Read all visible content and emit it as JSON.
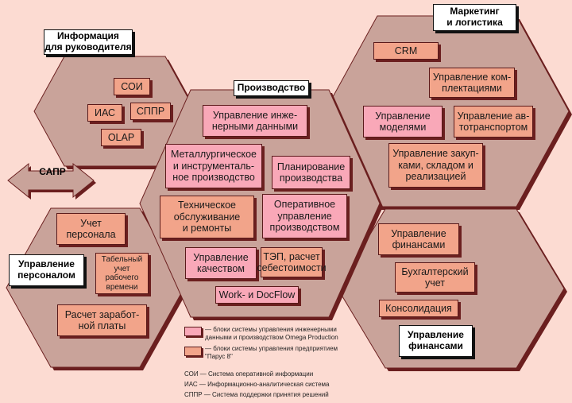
{
  "sections": {
    "info": {
      "title": "Информация\nдля руководителя",
      "items": [
        "СОИ",
        "ИАС",
        "СППР",
        "OLAP"
      ]
    },
    "production": {
      "title": "Производство",
      "items": [
        "Управление инже-\nнерными данными",
        "Металлургическое\nи инструменталь-\nное производство",
        "Планирование\nпроизводства",
        "Техническое\nобслуживание\nи ремонты",
        "Оперативное\nуправление\nпроизводством",
        "Управление\nкачеством",
        "ТЭП, расчет\nсебестоимости",
        "Work- и DocFlow"
      ]
    },
    "marketing": {
      "title": "Маркетинг\nи логистика",
      "items": [
        "CRM",
        "Управление ком-\nплектациями",
        "Управление\nмоделями",
        "Управление ав-\nтотранспортом",
        "Управление закуп-\nками, складом и\nреализацией"
      ]
    },
    "personnel": {
      "title": "Управление\nперсоналом",
      "items": [
        "Учет\nперсонала",
        "Табельный\nучет рабочего\nвремени",
        "Расчет заработ-\nной платы"
      ]
    },
    "finance": {
      "title": "Управление\nфинансами",
      "items": [
        "Управление\nфинансами",
        "Бухгалтерский\nучет",
        "Консолидация"
      ]
    }
  },
  "sapr": "САПР",
  "legend": [
    {
      "text": "— блоки системы управления инженерными\nданными и производством Omega Production",
      "color": "#f9a8b8"
    },
    {
      "text": "— блоки системы управления предприятием\n\"Парус 8\"",
      "color": "#f2a48a"
    }
  ],
  "abbreviations": [
    "СОИ — Система оперативной информации",
    "ИАС — Информационно-аналитическая система",
    "СППР — Система поддержки принятия решений"
  ],
  "colors": {
    "background": "#fcdbd2",
    "hexagon": "#c9a39a",
    "hexagon_border": "#6b1f1f",
    "engineering_block": "#f9a8b8",
    "parus_block": "#f2a48a"
  }
}
